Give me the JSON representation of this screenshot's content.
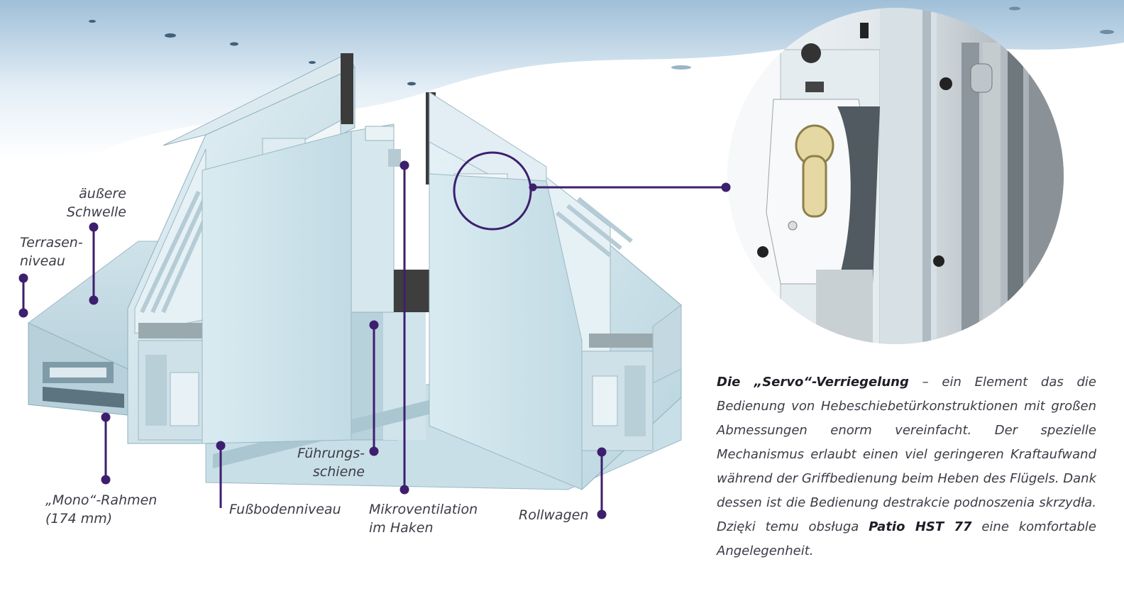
{
  "colors": {
    "accent": "#3d1f6e",
    "profile": "#cfe4ec",
    "profile_shade": "#a9c8d3",
    "text": "#3c3c46"
  },
  "labels": {
    "aussere_schwelle": [
      "äußere",
      "Schwelle"
    ],
    "terrassenniveau": [
      "Terrasen-",
      "niveau"
    ],
    "mono_rahmen": [
      "„Mono“-Rahmen",
      "(174 mm)"
    ],
    "fussbodenniveau": "Fußbodenniveau",
    "fuehrungsschiene": [
      "Führungs-",
      "schiene"
    ],
    "mikroventilation": [
      "Mikroventilation",
      "im Haken"
    ],
    "rollwagen": "Rollwagen"
  },
  "description": {
    "p1_bold": "Die „Servo“-Verriegelung",
    "p2": " – ein Element das die Bedienung von Hebeschiebetürkonstruktionen mit großen Abmessungen enorm vereinfacht. Der spezielle Mechanismus erlaubt einen viel geringeren Kraftaufwand während der Griffbedienung beim Heben des Flügels. Dank dessen ist die Bedienung destrakcie podnoszenia skrzydła. Dzięki temu obsługa ",
    "p3_bold": "Patio HST 77",
    "p4": " eine komfortable Angelegenheit."
  }
}
